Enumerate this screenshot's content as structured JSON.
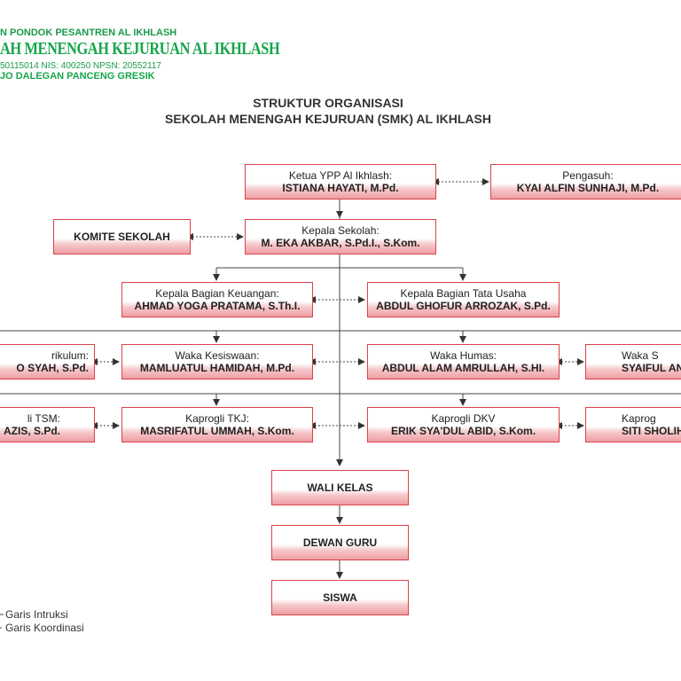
{
  "header": {
    "line1": "N PONDOK PESANTREN AL IKHLASH",
    "line2": "AH MENENGAH KEJURUAN AL IKHLASH",
    "line3": "50115014   NIS: 400250   NPSN: 20552117",
    "line4": "JO DALEGAN PANCENG GRESIK"
  },
  "title": {
    "line1": "STRUKTUR ORGANISASI",
    "line2": "SEKOLAH MENENGAH KEJURUAN (SMK) AL IKHLASH"
  },
  "boxes": {
    "ketua_ypp": {
      "role": "Ketua YPP Al Ikhlash:",
      "name": "ISTIANA HAYATI, M.Pd."
    },
    "pengasuh": {
      "role": "Pengasuh:",
      "name": "KYAI ALFIN SUNHAJI, M.Pd."
    },
    "komite": {
      "label": "KOMITE SEKOLAH"
    },
    "kepala_sekolah": {
      "role": "Kepala Sekolah:",
      "name": "M. EKA AKBAR, S.Pd.I., S.Kom."
    },
    "kabag_keuangan": {
      "role": "Kepala Bagian Keuangan:",
      "name": "AHMAD YOGA PRATAMA, S.Th.I."
    },
    "kabag_tu": {
      "role": "Kepala Bagian Tata Usaha",
      "name": "ABDUL GHOFUR ARROZAK, S.Pd."
    },
    "waka_kurikulum": {
      "role": "rikulum:",
      "name": "O SYAH, S.Pd."
    },
    "waka_kesiswaan": {
      "role": "Waka Kesiswaan:",
      "name": "MAMLUATUL HAMIDAH, M.Pd."
    },
    "waka_humas": {
      "role": "Waka Humas:",
      "name": "ABDUL ALAM AMRULLAH, S.HI."
    },
    "waka_sarpras": {
      "role": "Waka S",
      "name": "SYAIFUL AN"
    },
    "kaprogli_tsm": {
      "role": "li TSM:",
      "name": "AZIS, S.Pd."
    },
    "kaprogli_tkj": {
      "role": "Kaprogli TKJ:",
      "name": "MASRIFATUL UMMAH, S.Kom."
    },
    "kaprogli_dkv": {
      "role": "Kaprogli DKV",
      "name": "ERIK SYA'DUL ABID, S.Kom."
    },
    "kaprogli_4": {
      "role": "Kaprog",
      "name": "SITI SHOLIH"
    },
    "wali_kelas": {
      "label": "WALI KELAS"
    },
    "dewan_guru": {
      "label": "DEWAN GURU"
    },
    "siswa": {
      "label": "SISWA"
    }
  },
  "legend": {
    "instruksi": "Garis Intruksi",
    "koordinasi": "Garis Koordinasi"
  },
  "colors": {
    "header_green": "#17a54b",
    "box_border": "#d9434a",
    "box_fill": "#ee9ea3"
  }
}
